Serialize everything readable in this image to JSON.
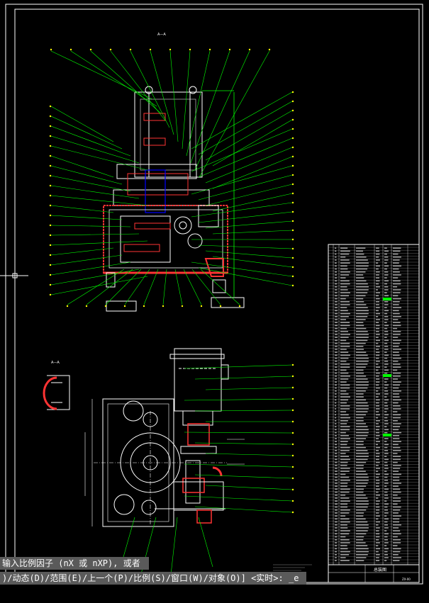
{
  "drawing": {
    "section_label_top": "A—A",
    "section_label_left": "A—A",
    "title_block": {
      "name": "总装图",
      "part_code": "ZX-00"
    }
  },
  "command_line": {
    "line1": "输入比例因子 (nX 或 nXP), 或者",
    "line2": ")/动态(D)/范围(E)/上一个(P)/比例(S)/窗口(W)/对象(O)] <实时>: _e"
  },
  "colors": {
    "background": "#000000",
    "frame": "#ffffff",
    "leader": "#00ff00",
    "section": "#ff3333",
    "command_bg": "#5a5a5a",
    "highlight": "#00ff00"
  }
}
